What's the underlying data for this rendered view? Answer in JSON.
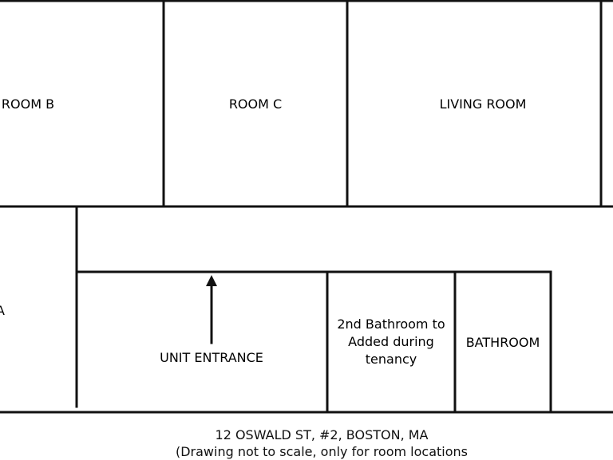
{
  "rooms": {
    "room_b": "ROOM B",
    "room_c": "ROOM C",
    "living_room": "LIVING ROOM",
    "room_a_fragment": "A",
    "unit_entrance": "UNIT ENTRANCE",
    "second_bathroom": [
      "2nd Bathroom to",
      "Added during",
      "tenancy"
    ],
    "bathroom": "BATHROOM"
  },
  "caption": {
    "address": "12 OSWALD ST, #2, BOSTON, MA",
    "note": "(Drawing not to scale, only for room locations"
  },
  "colors": {
    "line": "#111111",
    "background": "#ffffff"
  }
}
